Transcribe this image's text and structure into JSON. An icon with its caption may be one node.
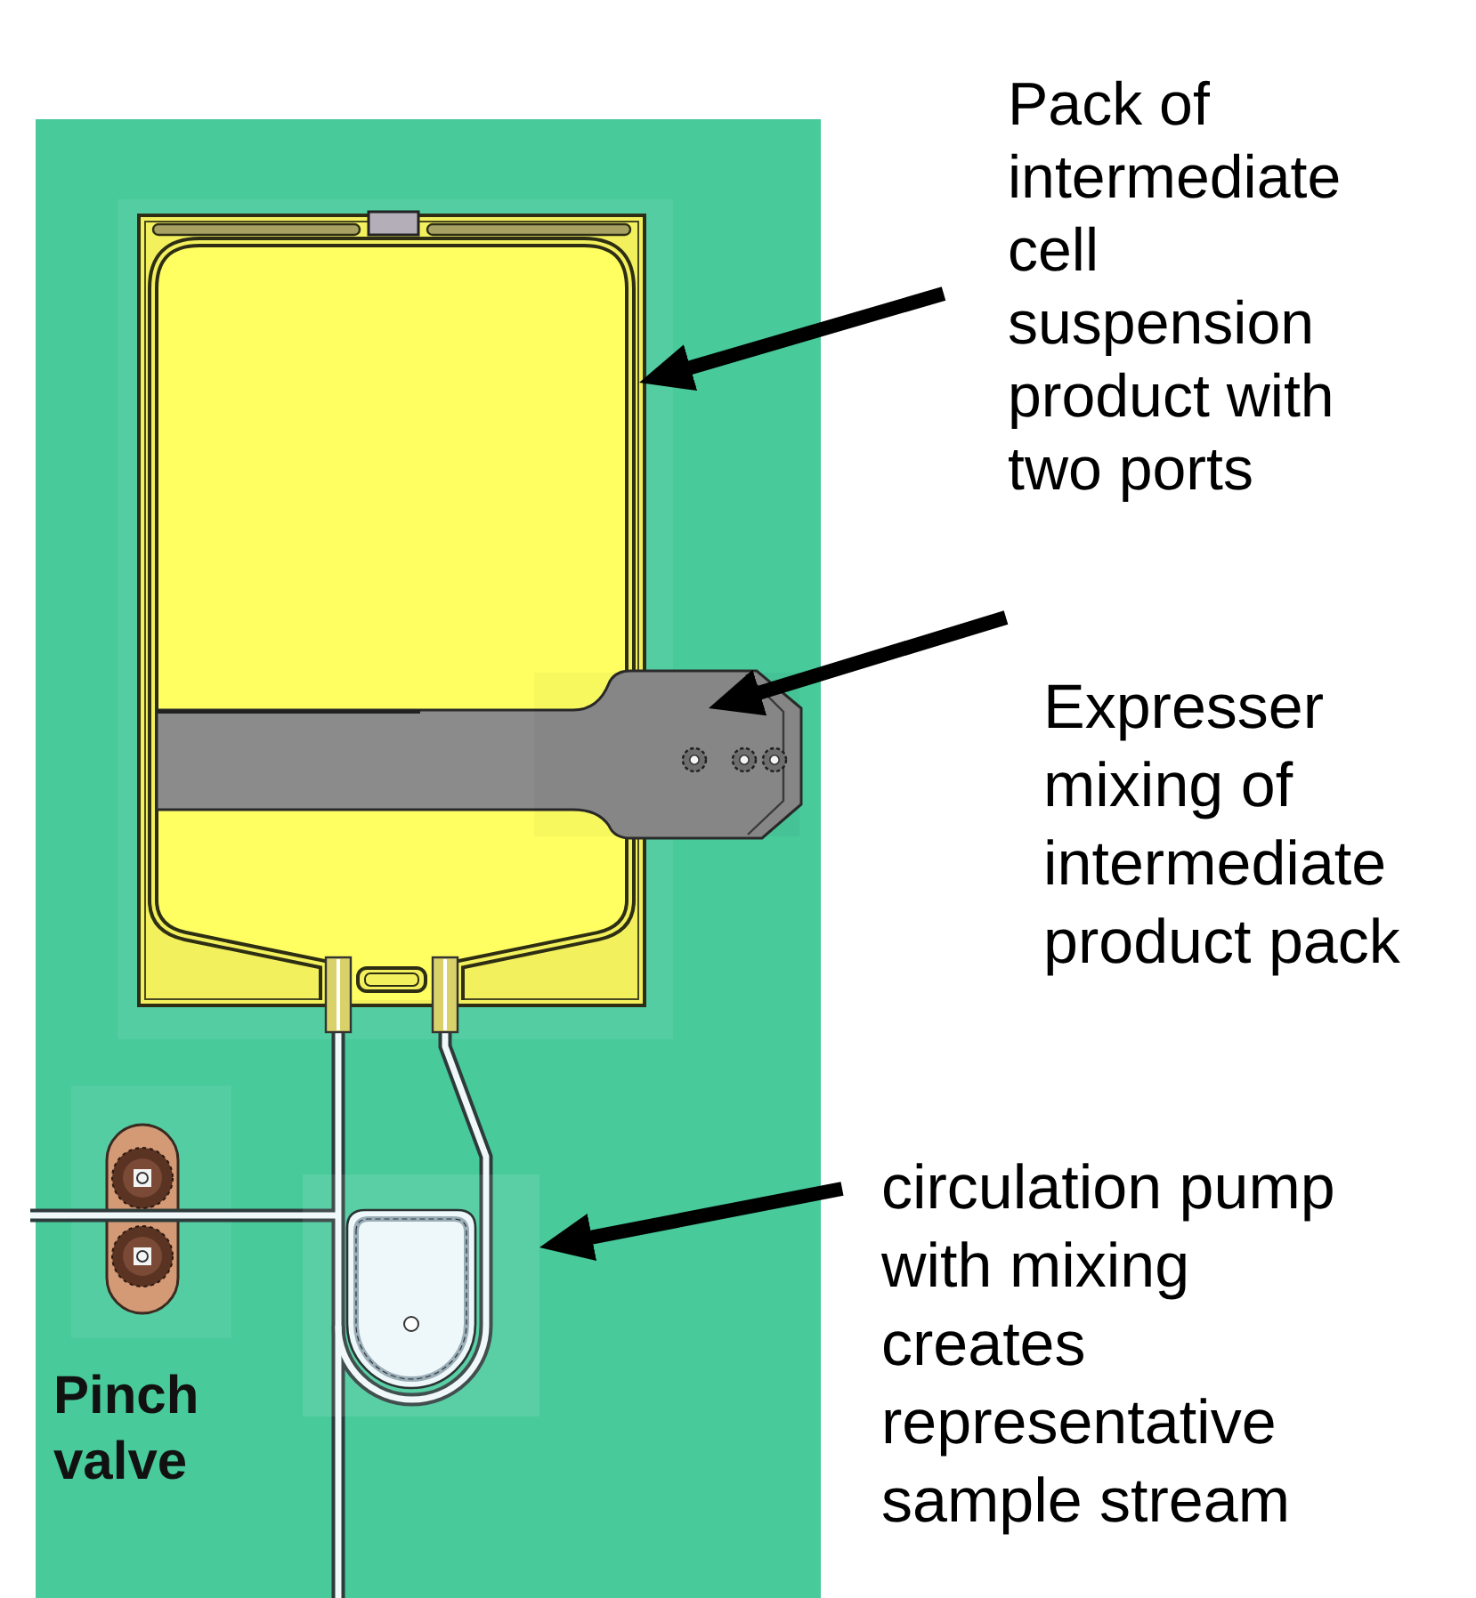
{
  "diagram": {
    "nodes": [
      {
        "text": [
          "Pack of intermediate cell suspension product with two ports"
        ]
      },
      {
        "text": [],
        "shape": "picture"
      },
      {
        "text": [
          "Expresser mixing of intermediate product pack"
        ]
      },
      {
        "text": [],
        "shape": "picture"
      },
      {
        "text": [
          "circulation pump with mixing creates representative sample stream"
        ]
      },
      {
        "text": [],
        "shape": "picture"
      }
    ],
    "edges": [
      {
        "from": 0,
        "to": 1,
        "arrow": "to"
      },
      {
        "from": 2,
        "to": 3,
        "arrow": "to"
      },
      {
        "from": 4,
        "to": 5,
        "arrow": "to"
      }
    ],
    "labels": [
      "Pinch valve"
    ]
  }
}
